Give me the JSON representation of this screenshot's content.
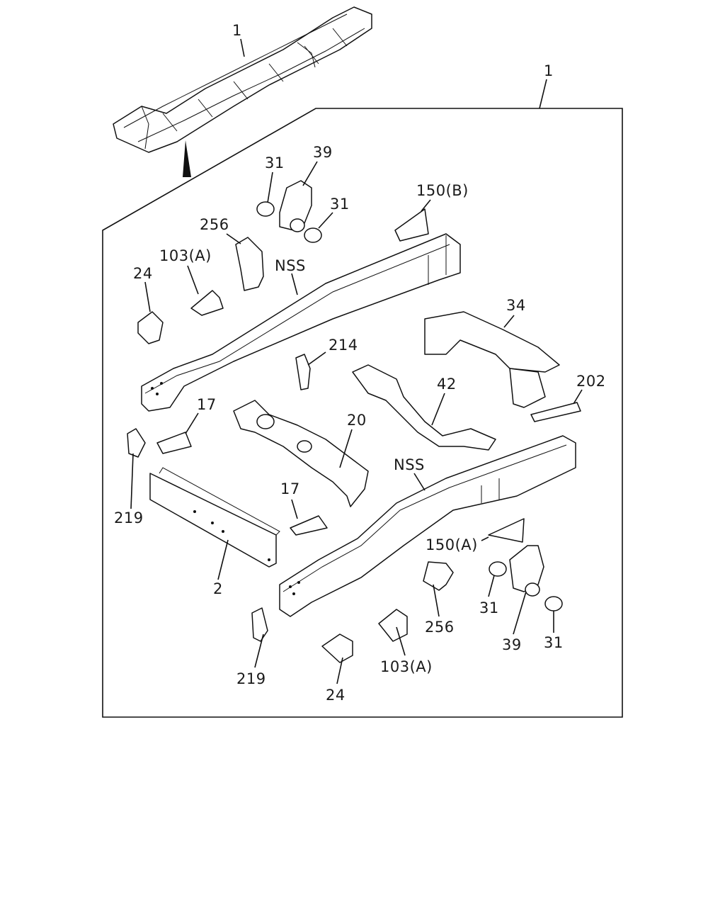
{
  "diagram": {
    "callouts": [
      {
        "id": "frame-overview",
        "text": "1"
      },
      {
        "id": "frame-assembly",
        "text": "1"
      },
      {
        "id": "bush-upper-left",
        "text": "31"
      },
      {
        "id": "hanger-upper",
        "text": "39"
      },
      {
        "id": "bush-upper-right",
        "text": "31"
      },
      {
        "id": "bracket-150b",
        "text": "150(B)"
      },
      {
        "id": "bracket-256-upper",
        "text": "256"
      },
      {
        "id": "bracket-103a-upper",
        "text": "103(A)"
      },
      {
        "id": "nss-upper",
        "text": "NSS"
      },
      {
        "id": "bracket-24-upper",
        "text": "24"
      },
      {
        "id": "crossmember-34",
        "text": "34"
      },
      {
        "id": "bracket-214",
        "text": "214"
      },
      {
        "id": "crossmember-42",
        "text": "42"
      },
      {
        "id": "plate-202",
        "text": "202"
      },
      {
        "id": "plate-17-upper",
        "text": "17"
      },
      {
        "id": "crossmember-20",
        "text": "20"
      },
      {
        "id": "nss-lower",
        "text": "NSS"
      },
      {
        "id": "bracket-219-upper",
        "text": "219"
      },
      {
        "id": "plate-17-lower",
        "text": "17"
      },
      {
        "id": "bracket-150a",
        "text": "150(A)"
      },
      {
        "id": "crossmember-2",
        "text": "2"
      },
      {
        "id": "bush-lower-left",
        "text": "31"
      },
      {
        "id": "bracket-256-lower",
        "text": "256"
      },
      {
        "id": "hanger-lower",
        "text": "39"
      },
      {
        "id": "bush-lower-right",
        "text": "31"
      },
      {
        "id": "bracket-103a-lower",
        "text": "103(A)"
      },
      {
        "id": "bracket-219-lower",
        "text": "219"
      },
      {
        "id": "bracket-24-lower",
        "text": "24"
      }
    ]
  }
}
